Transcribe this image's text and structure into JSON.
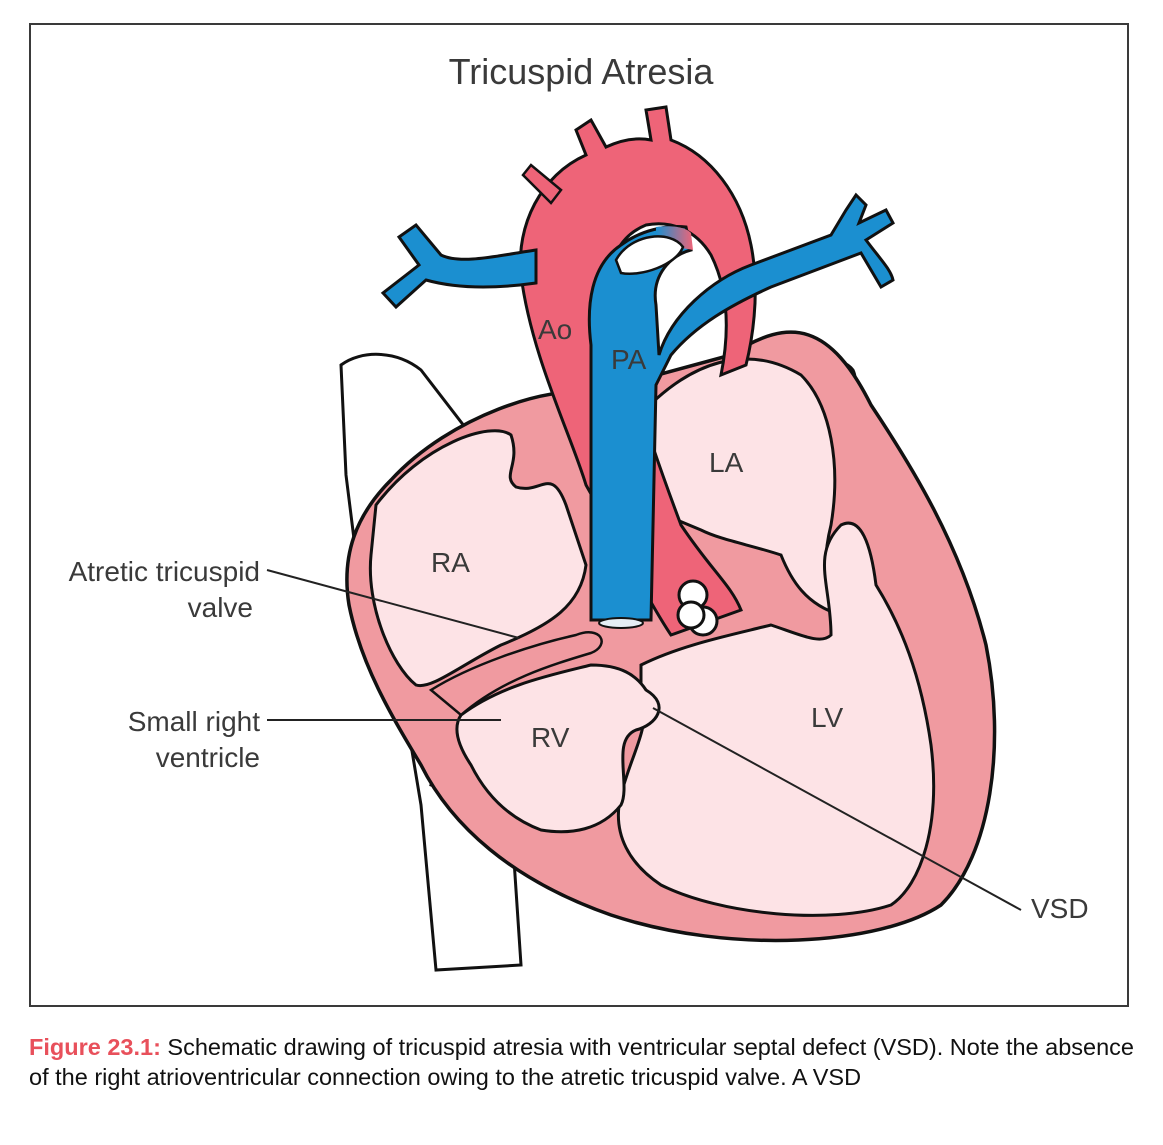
{
  "figure": {
    "title": "Tricuspid Atresia",
    "labels": {
      "ao": "Ao",
      "pa": "PA",
      "la": "LA",
      "ra": "RA",
      "rv": "RV",
      "lv": "LV"
    },
    "callouts": {
      "atretic_line1": "Atretic tricuspid",
      "atretic_line2": "valve",
      "small_rv_line1": "Small right",
      "small_rv_line2": "ventricle",
      "vsd": "VSD"
    },
    "colors": {
      "aorta": "#ee6478",
      "pulmonary": "#1b8fd0",
      "myocardium": "#f09aa0",
      "chamber": "#fde3e6",
      "outline": "#111111"
    }
  },
  "caption": {
    "label": "Figure 23.1:",
    "text": " Schematic drawing of tricuspid atresia with ventricular septal defect (VSD). Note the absence of the right atrioventricular connection owing to the atretic tricuspid valve. A VSD"
  }
}
